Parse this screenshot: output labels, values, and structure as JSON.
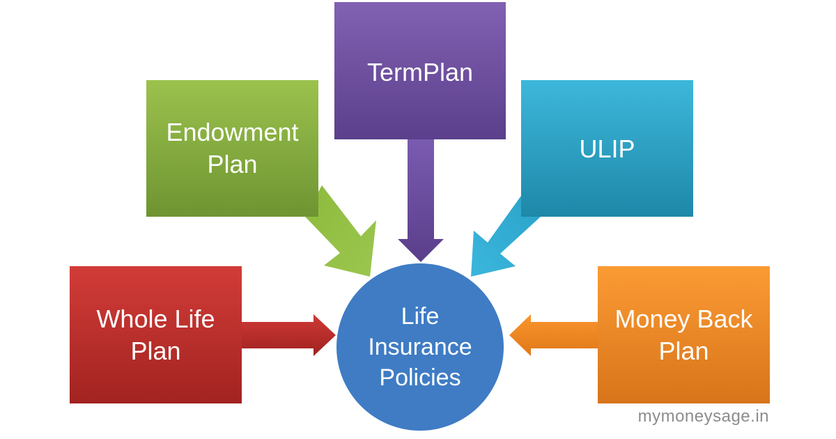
{
  "center": {
    "lines": [
      "Life",
      "Insurance",
      "Policies"
    ],
    "color": "#3f7cc4"
  },
  "nodes": {
    "term": {
      "lines": [
        "TermPlan"
      ],
      "color": "#6b4fa0"
    },
    "endowment": {
      "lines": [
        "Endowment",
        "Plan"
      ],
      "color": "#8cb443"
    },
    "ulip": {
      "lines": [
        "ULIP"
      ],
      "color": "#2aa3c9"
    },
    "whole_life": {
      "lines": [
        "Whole Life",
        "Plan"
      ],
      "color": "#c0302c"
    },
    "money_back": {
      "lines": [
        "Money Back",
        "Plan"
      ],
      "color": "#f28a26"
    }
  },
  "watermark": "mymoneysage.in"
}
